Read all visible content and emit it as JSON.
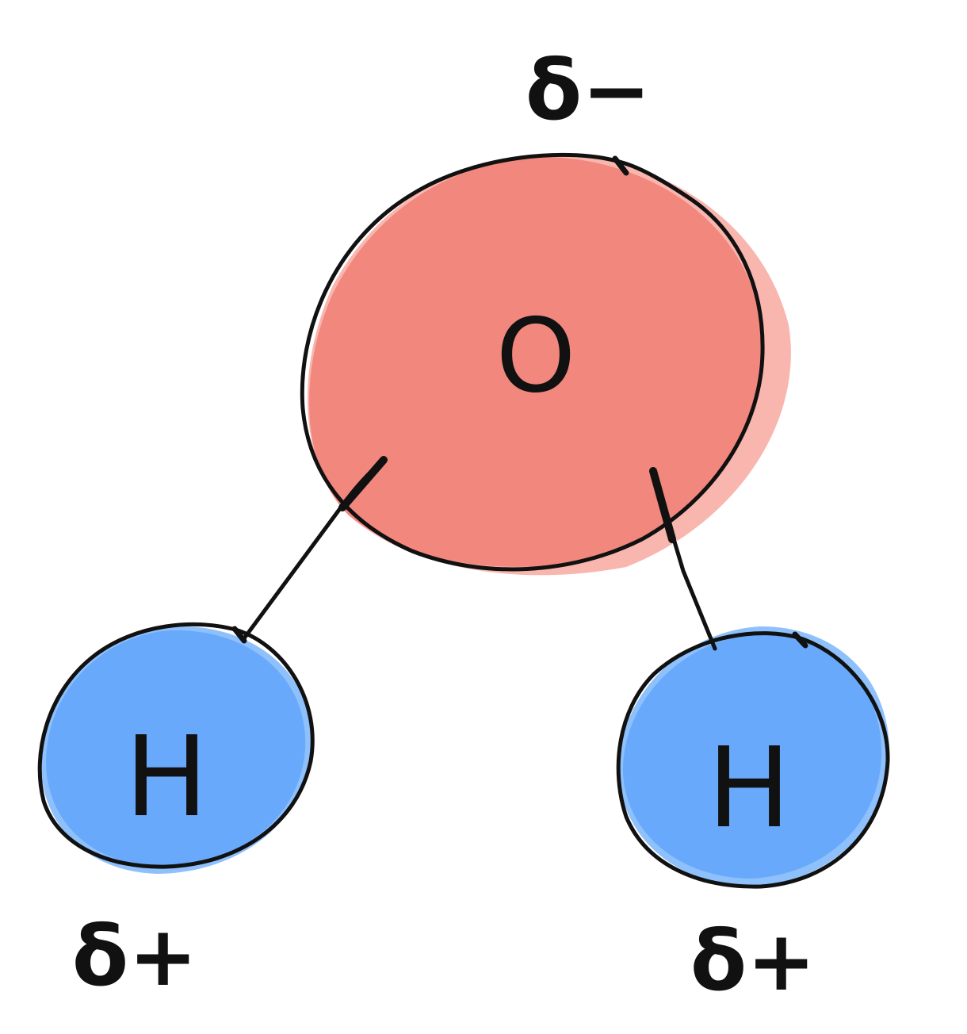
{
  "diagram": {
    "atoms": [
      {
        "id": "oxygen",
        "symbol": "O",
        "charge": "δ−"
      },
      {
        "id": "hydrogen-left",
        "symbol": "H",
        "charge": "δ+"
      },
      {
        "id": "hydrogen-right",
        "symbol": "H",
        "charge": "δ+"
      }
    ]
  },
  "colors": {
    "oxygen_fill": "#f2877e",
    "oxygen_fill_light": "#f8b6ae",
    "hydrogen_fill": "#68a9fb",
    "hydrogen_fill_light": "#8ec0fb",
    "outline": "#111111",
    "background": "#ffffff"
  }
}
